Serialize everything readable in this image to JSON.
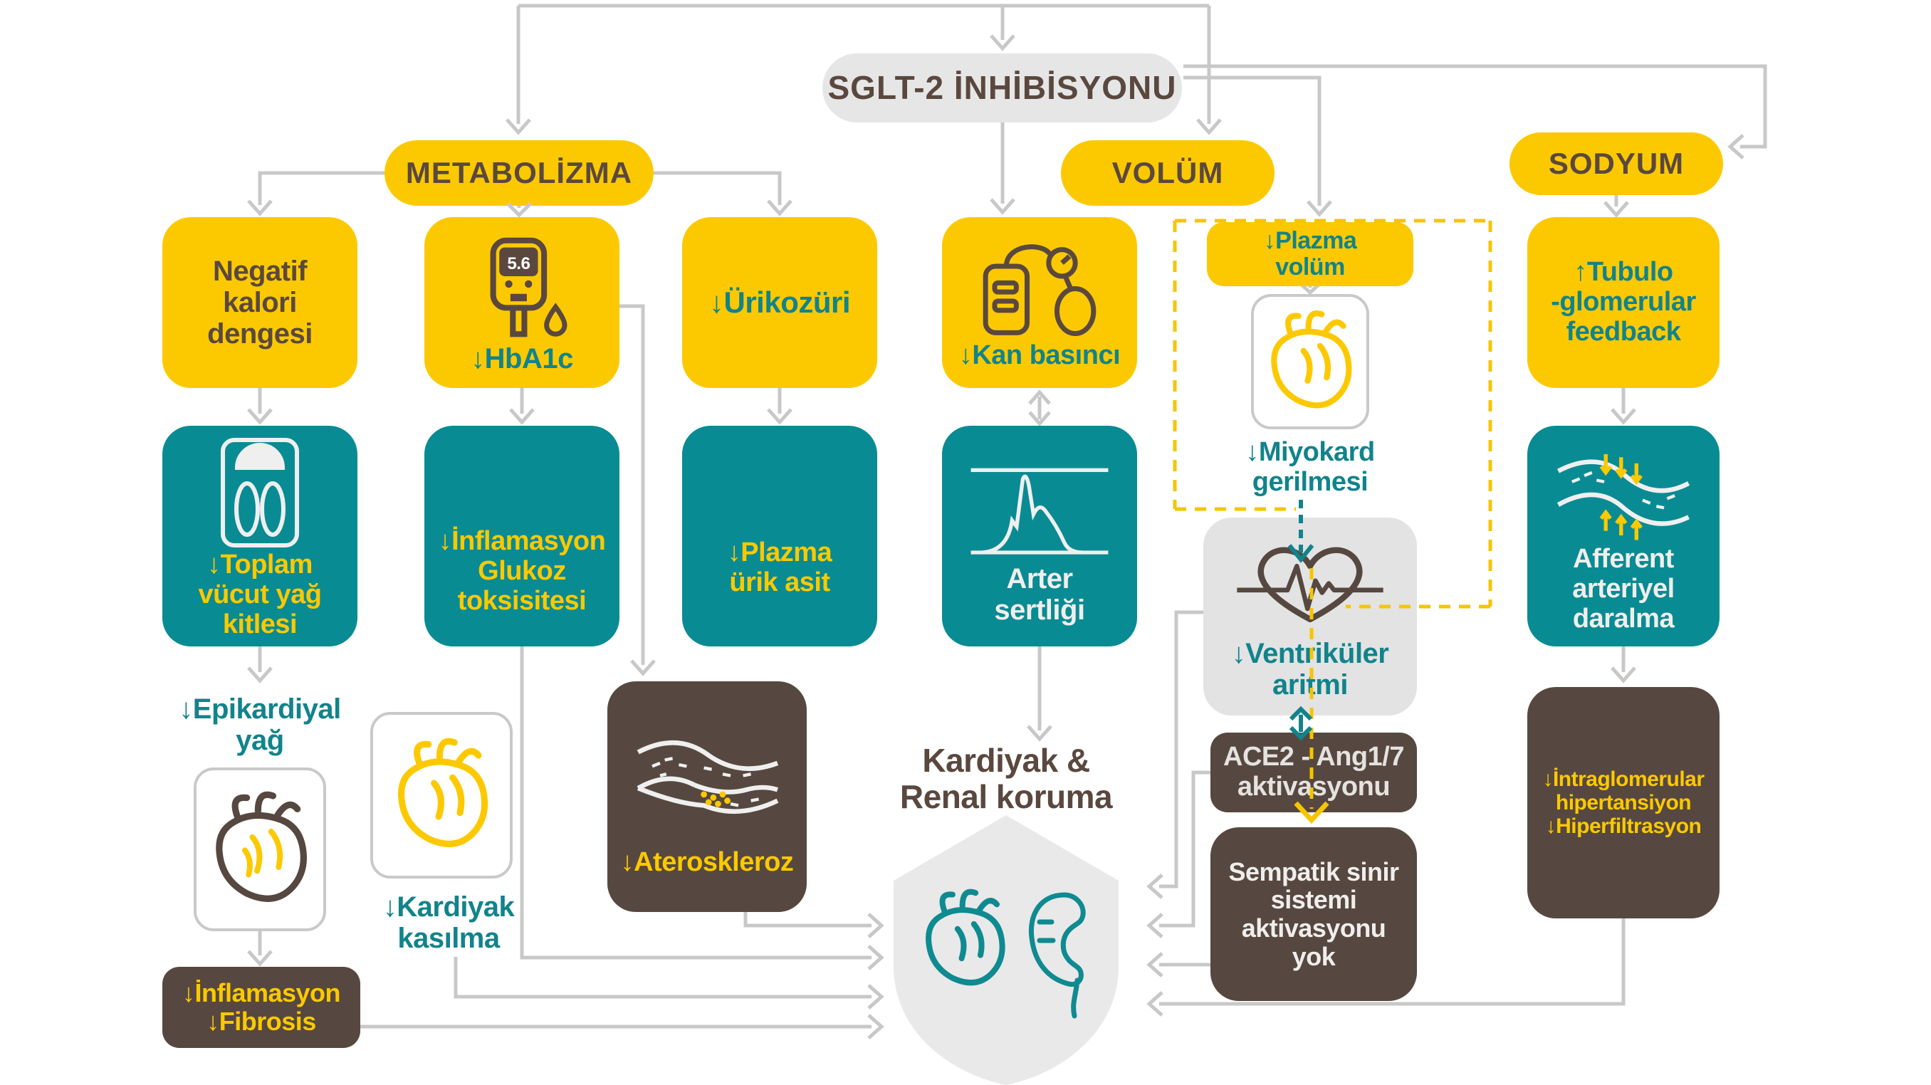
{
  "title": "SGLT-2 İNHİBİSYONU",
  "categories": {
    "metabolizma": "METABOLİZMA",
    "volum": "VOLÜM",
    "sodyum": "SODYUM"
  },
  "nodes": {
    "negatif_kalori": "Negatif\nkalori\ndengesi",
    "hba1c": "↓HbA1c",
    "glucometer_value": "5.6",
    "urikozuri": "↓Ürikozüri",
    "kan_basinci": "↓Kan basıncı",
    "plazma_volum": "↓Plazma\nvolüm",
    "tubulo_glomerular": "↑Tubulo\n-glomerular\nfeedback",
    "toplam_vucut": "↓Toplam\nvücut yağ\nkitlesi",
    "inflamasyon_glukoz": "↓İnflamasyon\nGlukoz\ntoksisitesi",
    "plazma_urik": "↓Plazma\nürik asit",
    "arter_sertligi": "Arter\nsertliği",
    "miyokard": "↓Miyokard\ngerilmesi",
    "afferent": "Afferent\narteriyel\ndaralma",
    "epikardiyal": "↓Epikardiyal\nyağ",
    "kardiyak_kasilma": "↓Kardiyak\nkasılma",
    "inflamasyon_fibrosis": "↓İnflamasyon\n↓Fibrosis",
    "ateroskleroz": "↓Ateroskleroz",
    "ventrikuler": "↓Ventriküler\naritmi",
    "ace2": "ACE2 - Ang1/7\naktivasyonu",
    "sempatik": "Sempatik sinir\nsistemi\naktivasyonu\nyok",
    "intraglomerular": "↓İntraglomerular\nhipertansiyon\n↓Hiperfiltrasyon",
    "outcome": "Kardiyak &\nRenal koruma"
  },
  "colors": {
    "box_yellow": "#FCC900",
    "box_teal": "#098B93",
    "box_brown": "#564840",
    "box_gray": "#E3E3E3",
    "text_teal": "#11838B",
    "text_brown": "#5A483F",
    "text_yellow": "#FCC900",
    "connector_gray": "#C8C8C8",
    "dashed_yellow": "#F6C500"
  }
}
